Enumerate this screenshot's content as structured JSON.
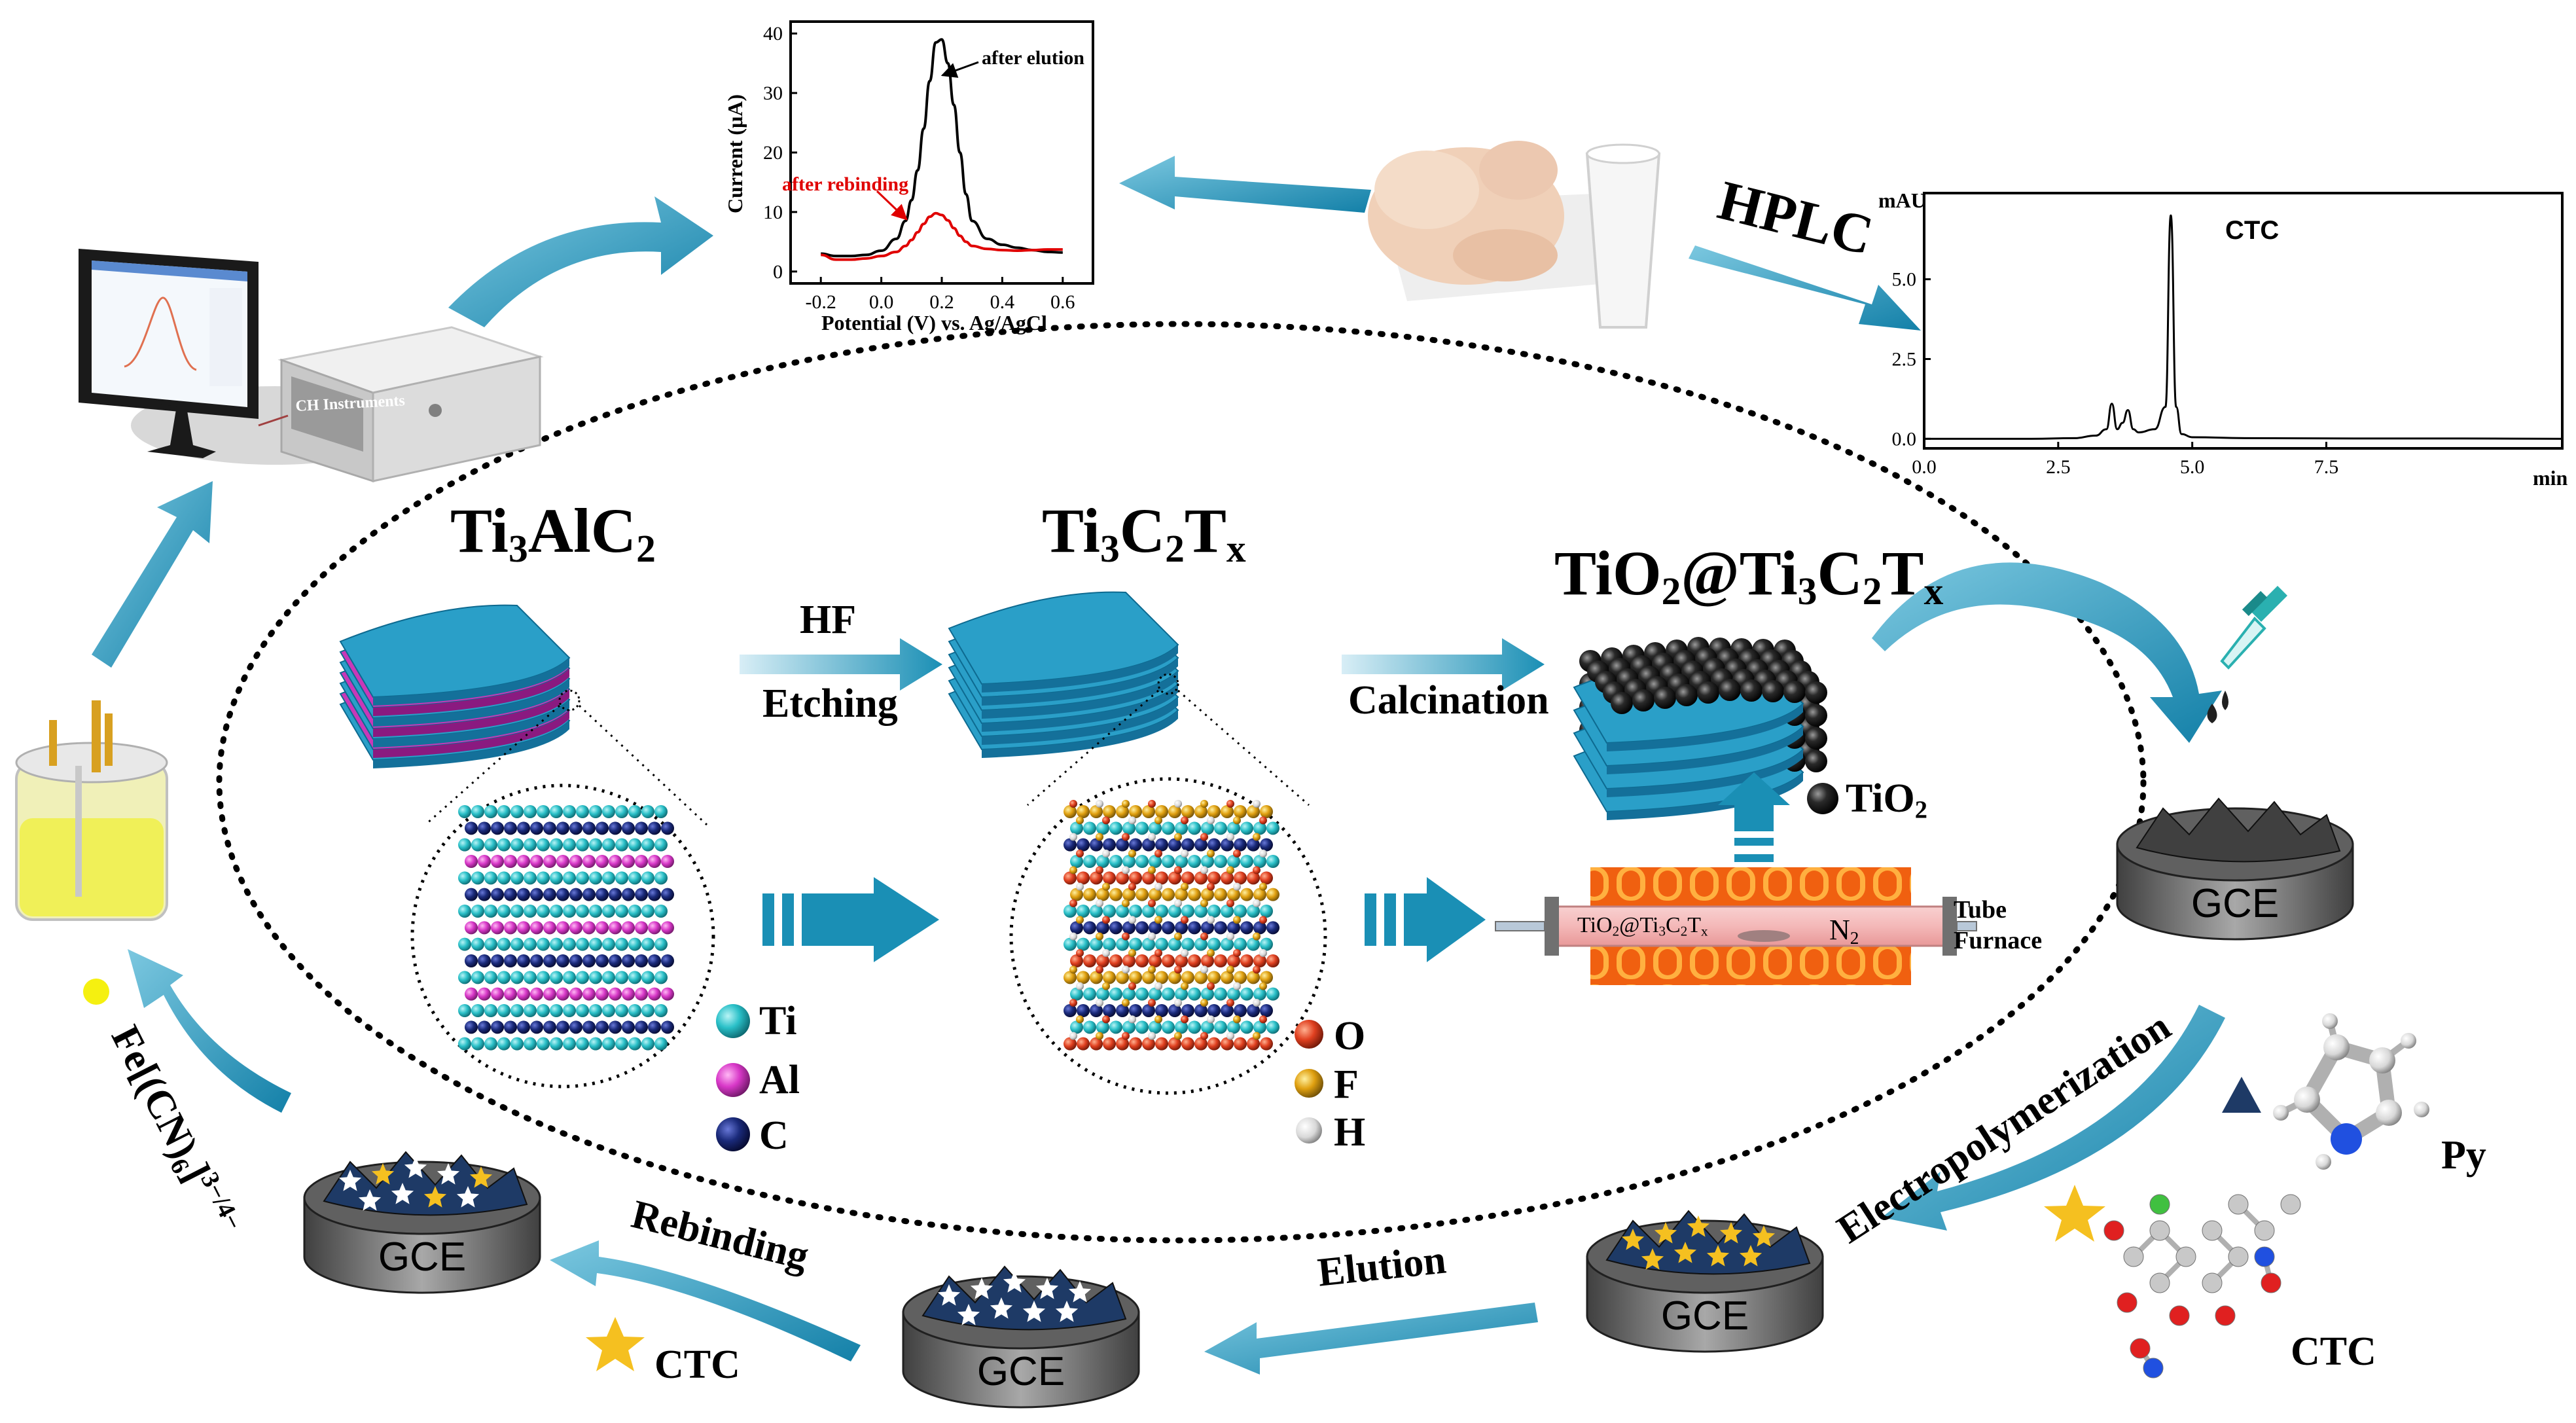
{
  "materials": {
    "ti3alc2": {
      "base": "Ti",
      "s1": "3",
      "mid": "AlC",
      "s2": "2"
    },
    "ti3c2tx": {
      "base": "Ti",
      "s1": "3",
      "mid": "C",
      "s2": "2",
      "mid2": "T",
      "s3": "x"
    },
    "tio2_composite": {
      "p1": "TiO",
      "s1": "2",
      "p2": "@Ti",
      "s2": "3",
      "p3": "C",
      "s3": "2",
      "p4": "T",
      "s4": "x"
    }
  },
  "steps": {
    "hf": "HF",
    "etching": "Etching",
    "calcination": "Calcination",
    "hplc": "HPLC",
    "electropolymerization": "Electropolymerization",
    "elution": "Elution",
    "rebinding": "Rebinding",
    "probe": {
      "p1": "Fe[(CN)",
      "s1": "6",
      "p2": "]",
      "sup": "3−/4−"
    }
  },
  "legend": {
    "ti": "Ti",
    "al": "Al",
    "c": "C",
    "o": "O",
    "f": "F",
    "h": "H",
    "tio2": {
      "p1": "TiO",
      "s1": "2"
    },
    "py": "Py",
    "ctc_right": "CTC",
    "ctc_bottom": "CTC"
  },
  "furnace": {
    "sample": {
      "p1": "TiO",
      "s1": "2",
      "p2": "@Ti",
      "s2": "3",
      "p3": "C",
      "s3": "2",
      "p4": "T",
      "s4": "x"
    },
    "gas": {
      "p1": "N",
      "s1": "2"
    },
    "tube": "Tube",
    "furnace": "Furnace"
  },
  "instrument": {
    "brand": "CH Instruments"
  },
  "electrode_label": "GCE",
  "colors": {
    "arrow": "#1a8fb5",
    "sheet": "#2a9fc8",
    "al_layer": "#c838b8",
    "ti_atom": "#2ac0c8",
    "c_atom": "#1a2a7a",
    "o_atom": "#e04020",
    "f_atom": "#e0a010",
    "tio2_ball": "#1c1c1c",
    "star": "#f5c020",
    "triangle": "#1e3a66",
    "dpv_after_elution": "#000000",
    "dpv_after_rebinding": "#e00000"
  },
  "chart_data": [
    {
      "type": "line",
      "title": "",
      "xlabel": "Potential (V) vs. Ag/AgCl",
      "ylabel": "Current (μA)",
      "xlim": [
        -0.3,
        0.7
      ],
      "ylim": [
        -2,
        42
      ],
      "xticks": [
        -0.2,
        0.0,
        0.2,
        0.4,
        0.6
      ],
      "xticklabels": [
        "-0.2",
        "0.0",
        "0.2",
        "0.4",
        "0.6"
      ],
      "yticks": [
        0,
        10,
        20,
        30,
        40
      ],
      "yticklabels": [
        "0",
        "10",
        "20",
        "30",
        "40"
      ],
      "series": [
        {
          "name": "after elution",
          "x": [
            -0.2,
            -0.15,
            -0.1,
            -0.05,
            0.0,
            0.05,
            0.08,
            0.1,
            0.12,
            0.14,
            0.16,
            0.18,
            0.2,
            0.22,
            0.24,
            0.26,
            0.28,
            0.3,
            0.35,
            0.4,
            0.45,
            0.5,
            0.55,
            0.6
          ],
          "y": [
            3.0,
            2.6,
            2.6,
            2.8,
            3.5,
            5.5,
            8.5,
            12,
            17,
            24,
            32,
            38.5,
            39,
            35,
            28,
            20,
            13,
            8.5,
            5.5,
            4.5,
            4.0,
            3.6,
            3.3,
            3.2
          ]
        },
        {
          "name": "after rebinding",
          "x": [
            -0.2,
            -0.15,
            -0.1,
            -0.05,
            0.0,
            0.05,
            0.08,
            0.1,
            0.12,
            0.14,
            0.16,
            0.18,
            0.2,
            0.22,
            0.24,
            0.26,
            0.28,
            0.3,
            0.35,
            0.4,
            0.45,
            0.5,
            0.55,
            0.6
          ],
          "y": [
            2.8,
            2.0,
            2.0,
            2.2,
            2.6,
            3.3,
            4.3,
            5.3,
            6.6,
            8.0,
            9.2,
            9.8,
            9.5,
            8.6,
            7.3,
            6.0,
            5.0,
            4.3,
            3.8,
            3.6,
            3.5,
            3.6,
            3.7,
            3.7
          ]
        }
      ]
    },
    {
      "type": "line",
      "title": "",
      "xlabel": "",
      "ylabel": "",
      "xunit": "min",
      "yunit": "mAU",
      "xlim": [
        0.0,
        11.9
      ],
      "ylim": [
        -0.3,
        7.7
      ],
      "xticks": [
        0.0,
        2.5,
        5.0,
        7.5
      ],
      "xticklabels": [
        "0.0",
        "2.5",
        "5.0",
        "7.5"
      ],
      "yticks": [
        0.0,
        2.5,
        5.0
      ],
      "yticklabels": [
        "0.0",
        "2.5",
        "5.0"
      ],
      "annotations": [
        {
          "text": "CTC",
          "x": 5.7,
          "y": 6.9
        }
      ],
      "series": [
        {
          "name": "",
          "x": [
            0,
            1,
            2,
            2.8,
            3.2,
            3.4,
            3.5,
            3.6,
            3.7,
            3.8,
            3.9,
            4.0,
            4.3,
            4.5,
            4.6,
            4.7,
            4.8,
            5.0,
            6,
            8,
            10,
            11.9
          ],
          "y": [
            0,
            0,
            0,
            0.02,
            0.1,
            0.3,
            1.1,
            0.3,
            0.5,
            0.9,
            0.3,
            0.2,
            0.3,
            1.0,
            7.0,
            1.0,
            0.15,
            0.05,
            0.02,
            0.01,
            0.01,
            0.0
          ]
        }
      ]
    }
  ]
}
